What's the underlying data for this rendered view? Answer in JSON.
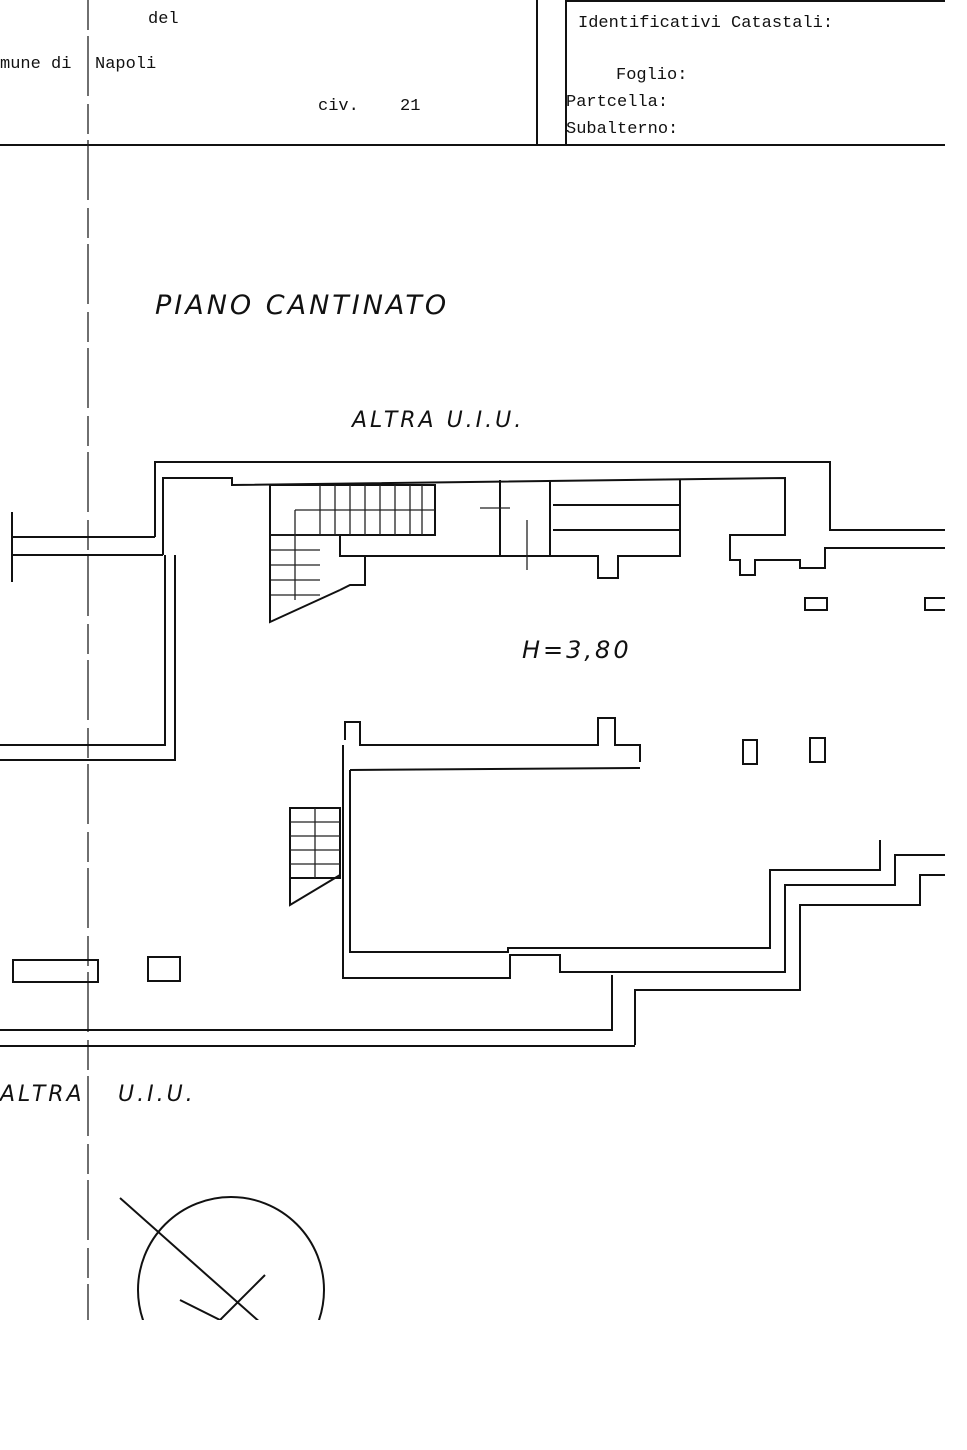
{
  "header": {
    "comune_label": "mune di",
    "del_label": "del",
    "comune_value": "Napoli",
    "civico_label": "civ.",
    "civico_value": "21",
    "identificativi_title": "Identificativi Catastali:",
    "foglio_label": "Foglio:",
    "particella_label": "Partcella:",
    "subalterno_label": "Subalterno:"
  },
  "plan": {
    "floor_title": "PIANO CANTINATO",
    "neighbor_top": "ALTRA U.I.U.",
    "height_label": "H=3,80",
    "neighbor_bottom_left": "ALTRA",
    "neighbor_bottom_right": "U.I.U."
  }
}
